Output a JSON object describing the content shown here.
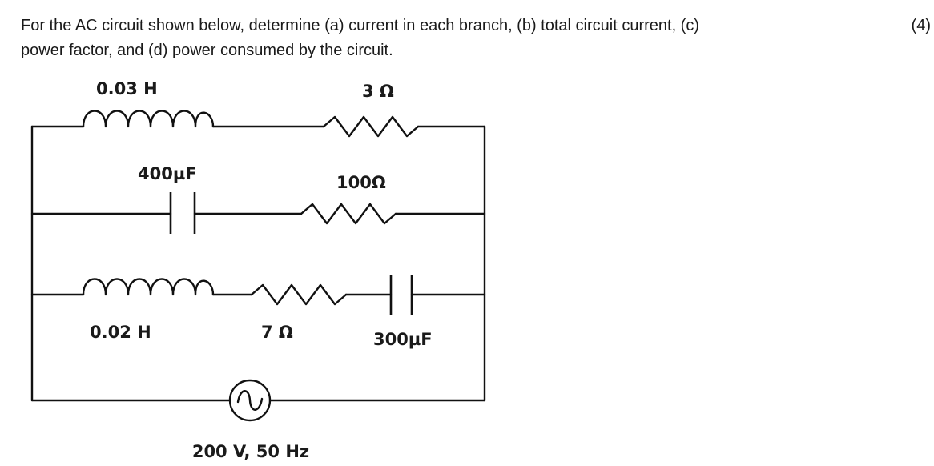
{
  "question": {
    "line1": "For the AC circuit shown below, determine (a) current in each branch, (b) total circuit current, (c)",
    "line2": "power factor, and (d) power consumed by the circuit.",
    "marks": "(4)"
  },
  "circuit": {
    "branch1": {
      "inductor_label": "0.03 H",
      "resistor_label": "3 Ω"
    },
    "branch2": {
      "capacitor_label": "400µF",
      "resistor_label": "100Ω"
    },
    "branch3": {
      "inductor_label": "0.02 H",
      "resistor_label": "7 Ω",
      "capacitor_label": "300µF"
    },
    "source": {
      "label": "200 V, 50 Hz",
      "icon": "ac-source-icon"
    }
  }
}
